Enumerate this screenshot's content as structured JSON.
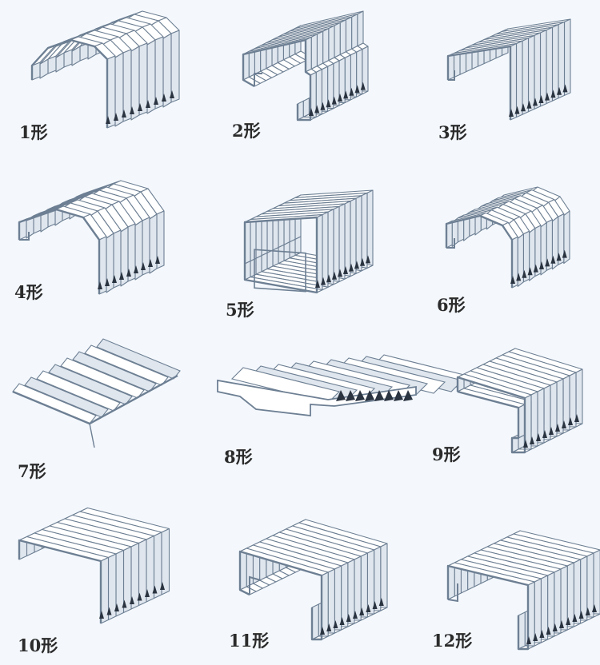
{
  "colors": {
    "background": "#f4f8fd",
    "stroke": "#6d7f93",
    "face": "#ffffff",
    "shade": "#dfe6ee",
    "dark": "#2a3340"
  },
  "items": [
    {
      "label": "1形"
    },
    {
      "label": "2形"
    },
    {
      "label": "3形"
    },
    {
      "label": "4形"
    },
    {
      "label": "5形"
    },
    {
      "label": "6形"
    },
    {
      "label": "7形"
    },
    {
      "label": "8形"
    },
    {
      "label": "9形"
    },
    {
      "label": "10形"
    },
    {
      "label": "11形"
    },
    {
      "label": "12形"
    }
  ]
}
